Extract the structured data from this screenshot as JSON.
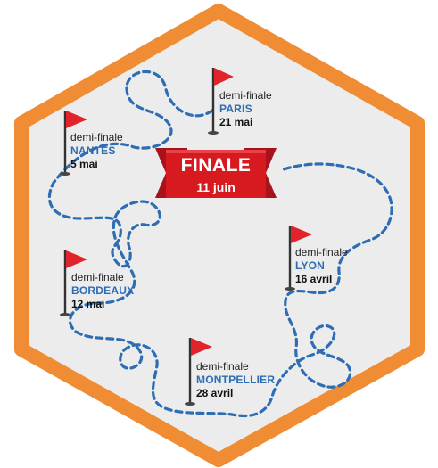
{
  "colors": {
    "border": "#f08c33",
    "background": "#ececec",
    "route": "#2d6db4",
    "flag": "#e1242b",
    "banner": "#d71920",
    "banner_dark": "#a8121a",
    "city": "#2d6db4"
  },
  "finale": {
    "title": "FINALE",
    "date": "11 juin"
  },
  "stops": [
    {
      "id": "paris",
      "stage": "demi-finale",
      "city": "PARIS",
      "date": "21 mai"
    },
    {
      "id": "nantes",
      "stage": "demi-finale",
      "city": "NANTES",
      "date": "5 mai"
    },
    {
      "id": "lyon",
      "stage": "demi-finale",
      "city": "LYON",
      "date": "16 avril"
    },
    {
      "id": "bordeaux",
      "stage": "demi-finale",
      "city": "BORDEAUX",
      "date": "12 mai"
    },
    {
      "id": "montpellier",
      "stage": "demi-finale",
      "city": "MONTPELLIER",
      "date": "28 avril"
    }
  ]
}
